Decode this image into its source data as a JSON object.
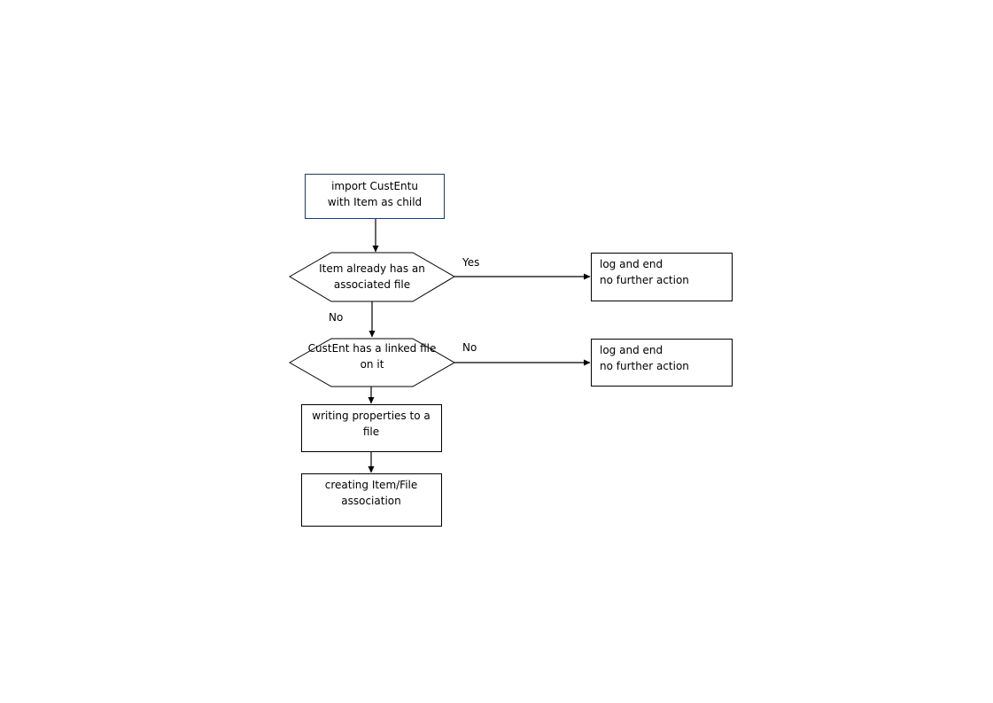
{
  "colors": {
    "start_box_border": "#1f3d5c",
    "shape_border": "#000000",
    "text": "#000000",
    "background": "#ffffff"
  },
  "nodes": {
    "import_box": {
      "line1": "import CustEntu",
      "line2": "with Item as child"
    },
    "decision_item_file": {
      "line1": "Item already has an",
      "line2": "associated file"
    },
    "decision_linked_file": {
      "line1": "CustEnt has a linked file",
      "line2": "on it"
    },
    "end_box_1": {
      "line1": "log and end",
      "line2": "no further action"
    },
    "end_box_2": {
      "line1": "log and end",
      "line2": "no further action"
    },
    "writing_box": {
      "line1": "writing properties to a",
      "line2": "file"
    },
    "creating_box": {
      "line1": "creating Item/File",
      "line2": "association"
    }
  },
  "edge_labels": {
    "yes": "Yes",
    "no_down": "No",
    "no_right": "No"
  }
}
